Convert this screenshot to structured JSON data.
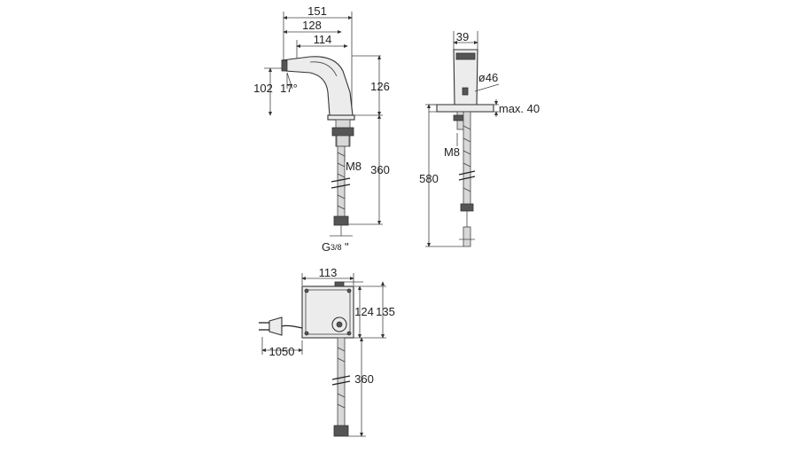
{
  "side_view": {
    "dim_151": "151",
    "dim_128": "128",
    "dim_114": "114",
    "dim_102": "102",
    "angle_17": "17°",
    "dim_126": "126",
    "thread_m8": "M8",
    "dim_360": "360",
    "thread_g": "G",
    "thread_g_fraction": "3/8",
    "thread_g_inch": "\""
  },
  "front_view": {
    "dim_39": "39",
    "dim_46": "ø46",
    "dim_max40": "max. 40",
    "thread_m8": "M8",
    "dim_580": "580"
  },
  "control_box": {
    "dim_113": "113",
    "dim_124": "124",
    "dim_135": "135",
    "dim_1050": "1050",
    "dim_360": "360"
  }
}
